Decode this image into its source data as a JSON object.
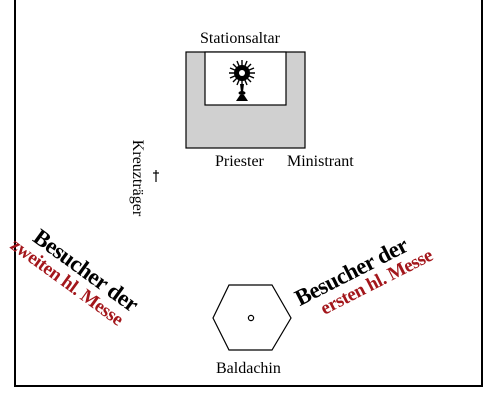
{
  "labels": {
    "altar": "Stationsaltar",
    "priest": "Priester",
    "ministrant": "Ministrant",
    "cross_bearer": "Kreuzträger",
    "canopy": "Baldachin"
  },
  "visitors_second": {
    "line1": "Besucher der",
    "line2": "zweiten hl. Messe"
  },
  "visitors_first": {
    "line1": "Besucher der",
    "line2": "ersten hl. Messe"
  },
  "colors": {
    "accent_red": "#a3161b",
    "altar_fill": "#d0d0d0",
    "ink": "#000000"
  }
}
